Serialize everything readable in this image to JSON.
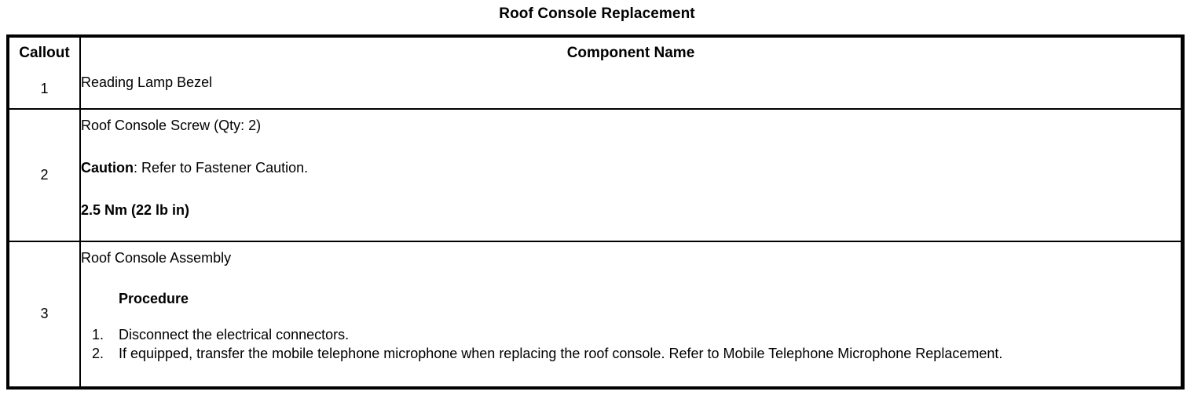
{
  "document": {
    "title": "Roof Console Replacement"
  },
  "table": {
    "columns": [
      {
        "key": "callout",
        "label": "Callout"
      },
      {
        "key": "component",
        "label": "Component Name"
      }
    ],
    "rows": [
      {
        "callout": "1",
        "component_name": "Reading Lamp Bezel"
      },
      {
        "callout": "2",
        "component_name": "Roof Console Screw (Qty: 2)",
        "caution_label": "Caution",
        "caution_text": ": Refer to Fastener Caution.",
        "torque": "2.5 Nm (22 lb in)"
      },
      {
        "callout": "3",
        "component_name": "Roof Console Assembly",
        "procedure_heading": "Procedure",
        "procedure_steps": [
          "Disconnect the electrical connectors.",
          "If equipped, transfer the mobile telephone microphone when replacing the roof console. Refer to Mobile Telephone Microphone Replacement."
        ]
      }
    ]
  },
  "colors": {
    "text": "#000000",
    "background": "#ffffff",
    "border": "#000000"
  }
}
